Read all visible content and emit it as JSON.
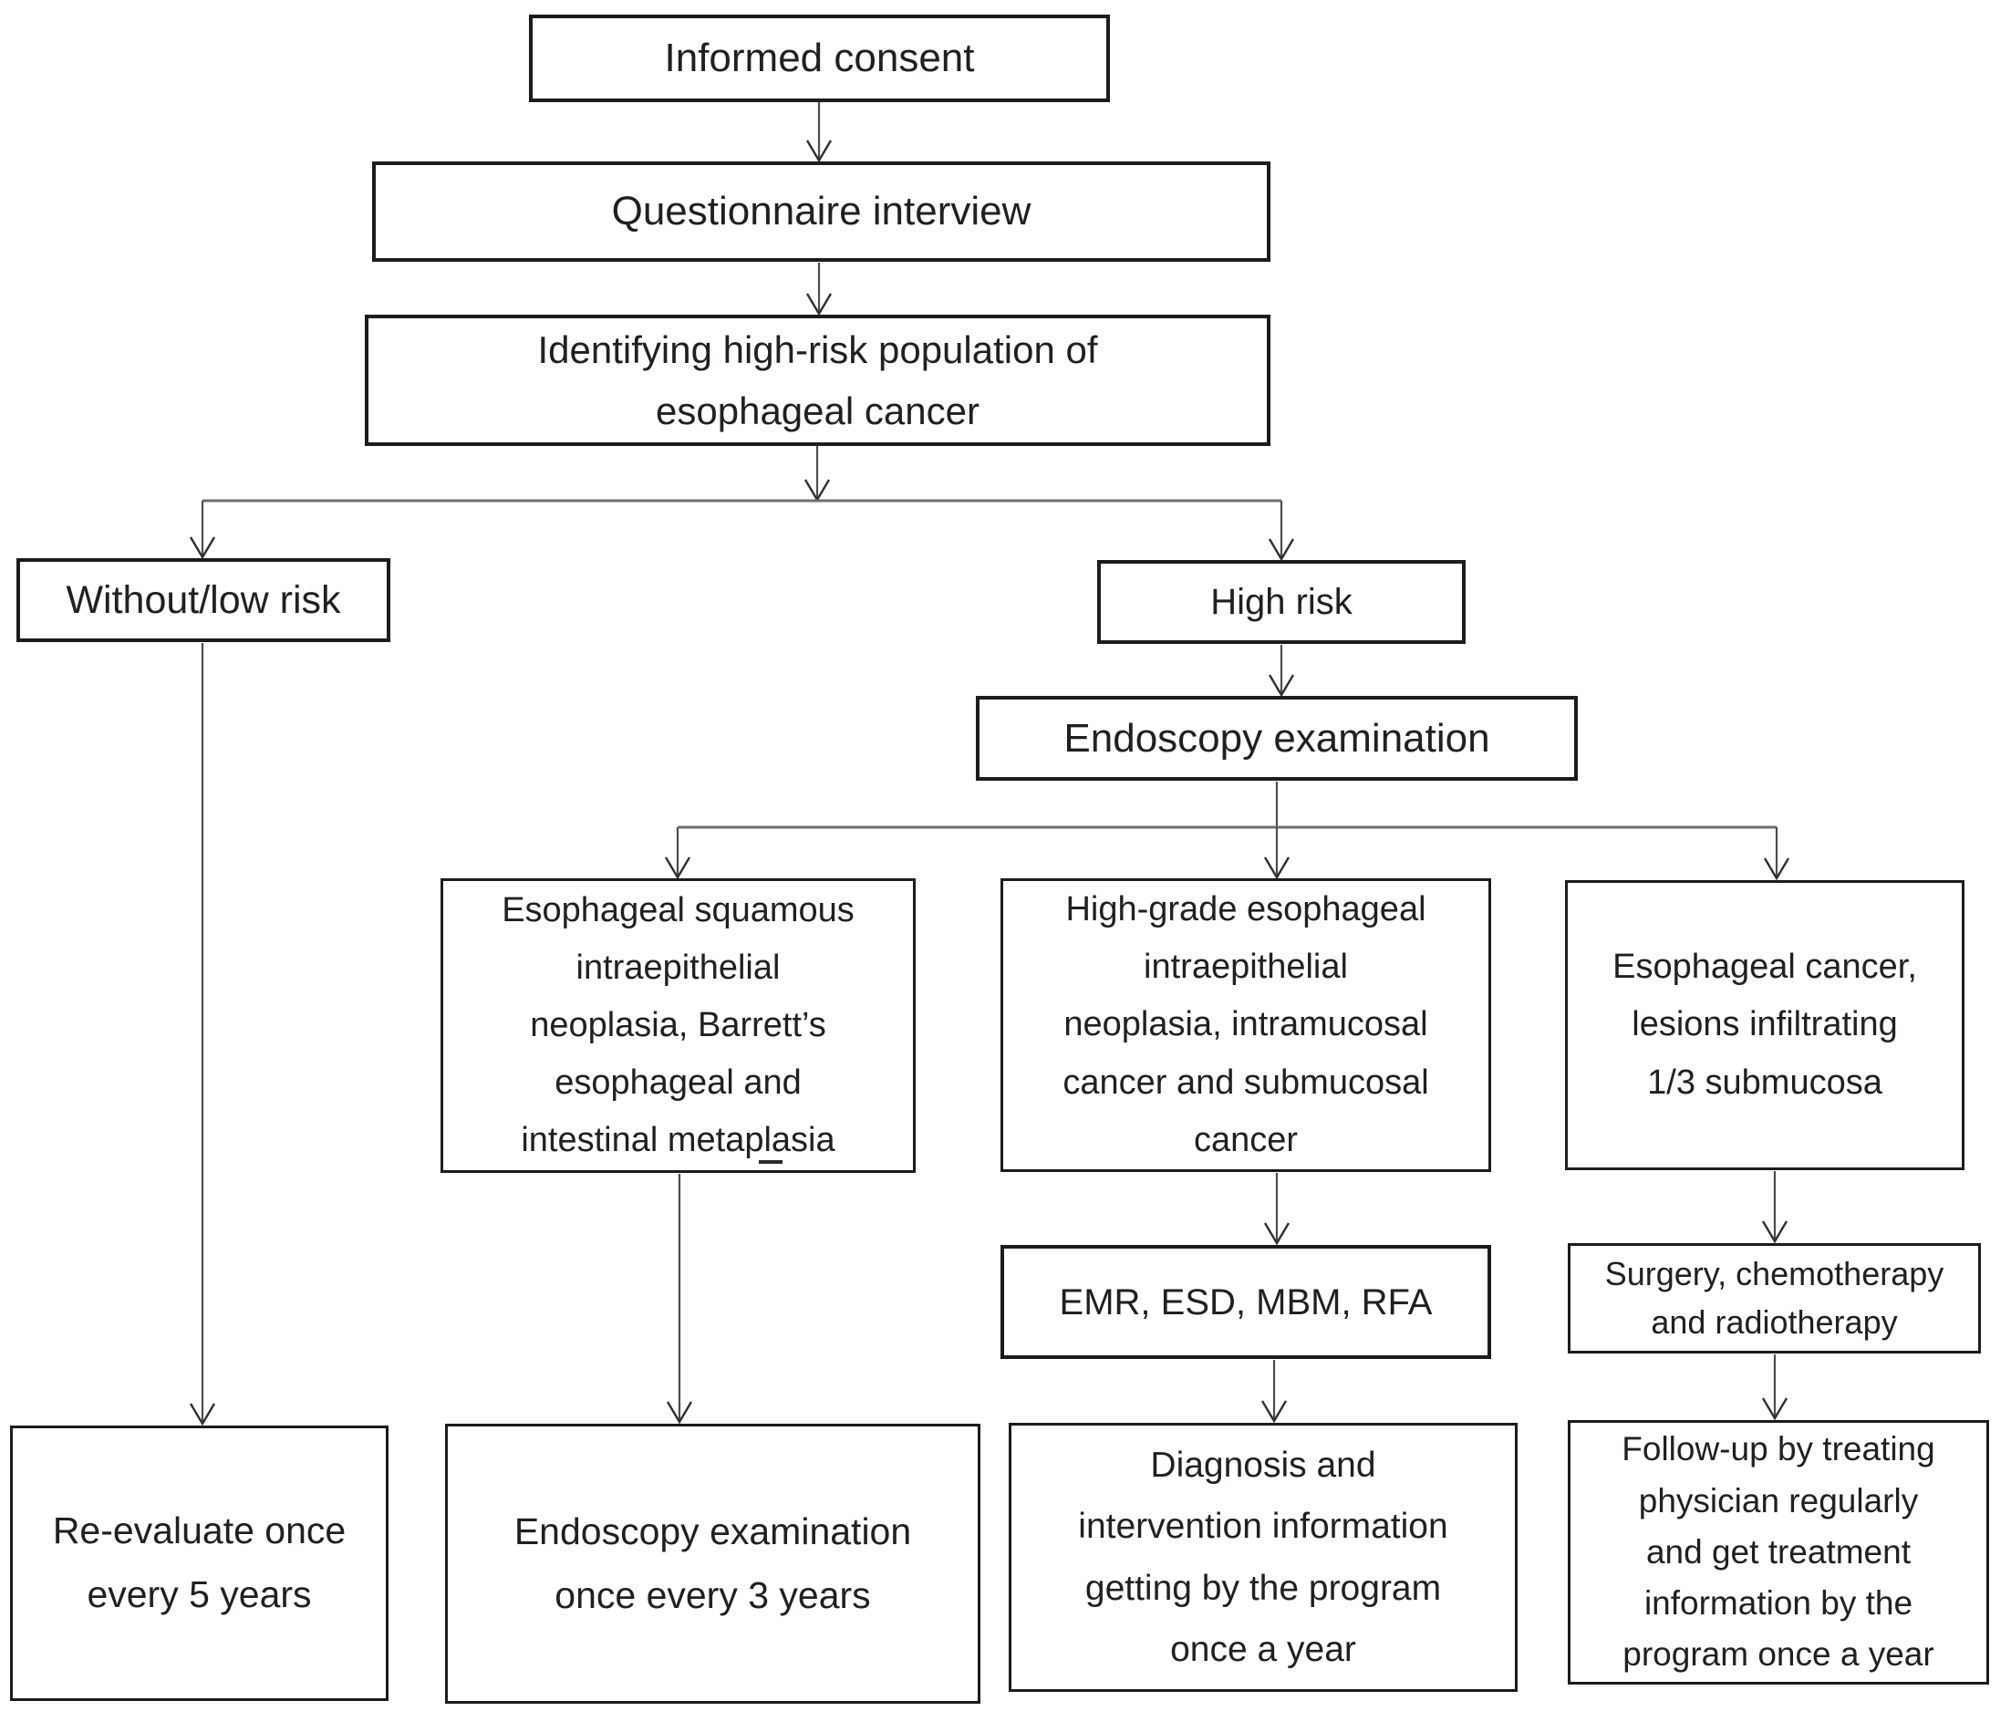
{
  "meta": {
    "background": "#ffffff",
    "ink_color": "#231f20",
    "line_color": "#4d4d4d"
  },
  "diagram": {
    "nodes": {
      "informed_consent": "Informed consent",
      "questionnaire_interview": "Questionnaire interview",
      "identifying_high_risk": "Identifying high-risk population of\nesophageal cancer",
      "without_low_risk": "Without/low risk",
      "high_risk": "High risk",
      "endoscopy_examination": "Endoscopy examination",
      "esophageal_squamous_neoplasia": "Esophageal squamous\nintraepithelial\nneoplasia, Barrett’s\nesophageal and\nintestinal metaplasia",
      "high_grade_neoplasia": "High-grade esophageal\nintraepithelial\nneoplasia, intramucosal\ncancer and submucosal\ncancer",
      "esophageal_cancer_infiltrating": "Esophageal cancer,\nlesions infiltrating\n1/3 submucosa",
      "emr_esd_mbm_rfa": "EMR, ESD, MBM, RFA",
      "surgery_chemo_radio": "Surgery, chemotherapy\nand radiotherapy",
      "re_evaluate_5_years": "Re-evaluate once\nevery 5 years",
      "endoscopy_every_3_years": "Endoscopy examination\nonce every 3 years",
      "diagnosis_intervention_info": "Diagnosis and\nintervention information\ngetting by the program\nonce a year",
      "follow_up_treating_physician": "Follow-up by treating\nphysician regularly\nand get treatment\ninformation by the\nprogram once a year"
    },
    "edges": [
      {
        "from": "informed_consent",
        "to": "questionnaire_interview"
      },
      {
        "from": "questionnaire_interview",
        "to": "identifying_high_risk"
      },
      {
        "from": "identifying_high_risk",
        "to": "without_low_risk"
      },
      {
        "from": "identifying_high_risk",
        "to": "high_risk"
      },
      {
        "from": "without_low_risk",
        "to": "re_evaluate_5_years"
      },
      {
        "from": "high_risk",
        "to": "endoscopy_examination"
      },
      {
        "from": "endoscopy_examination",
        "to": "esophageal_squamous_neoplasia"
      },
      {
        "from": "endoscopy_examination",
        "to": "high_grade_neoplasia"
      },
      {
        "from": "endoscopy_examination",
        "to": "esophageal_cancer_infiltrating"
      },
      {
        "from": "esophageal_squamous_neoplasia",
        "to": "endoscopy_every_3_years"
      },
      {
        "from": "high_grade_neoplasia",
        "to": "emr_esd_mbm_rfa"
      },
      {
        "from": "esophageal_cancer_infiltrating",
        "to": "surgery_chemo_radio"
      },
      {
        "from": "emr_esd_mbm_rfa",
        "to": "diagnosis_intervention_info"
      },
      {
        "from": "surgery_chemo_radio",
        "to": "follow_up_treating_physician"
      }
    ]
  }
}
